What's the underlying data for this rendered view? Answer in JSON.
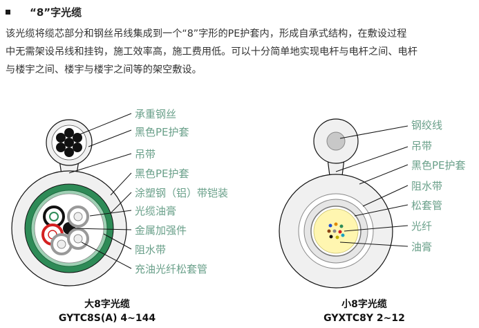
{
  "heading": "“8”字光缆",
  "paragraph": {
    "line1": "该光缆将缆芯部分和钢丝吊线集成到一个“8”字形的PE护套内，形成自承式结构，在敷设过程",
    "line2": "中无需架设吊线和挂钩，施工效率高，施工费用低。可以十分简单地实现电杆与电杆之间、电杆",
    "line3": "与楼宇之间、楼宇与楼宇之间等的架空敷设。"
  },
  "left_diagram": {
    "labels": [
      "承重钢丝",
      "黑色PE护套",
      "吊带",
      "黑色PE护套",
      "涂塑钢（铝）带铠装",
      "光缆油膏",
      "金属加强件",
      "阻水带",
      "充油光纤松套管"
    ],
    "caption_name": "大8字光缆",
    "caption_model": "GYTC8S(A)  4~144"
  },
  "right_diagram": {
    "labels": [
      "钢绞线",
      "吊带",
      "黑色PE护套",
      "阻水带",
      "松套管",
      "光纤",
      "油膏"
    ],
    "caption_name": "小8字光缆",
    "caption_model": "GYXTC8Y   2~12"
  },
  "colors": {
    "label_green": "#6aa08a",
    "armor_green": "#2e8b57",
    "gel_yellow": "#fff6b0"
  }
}
